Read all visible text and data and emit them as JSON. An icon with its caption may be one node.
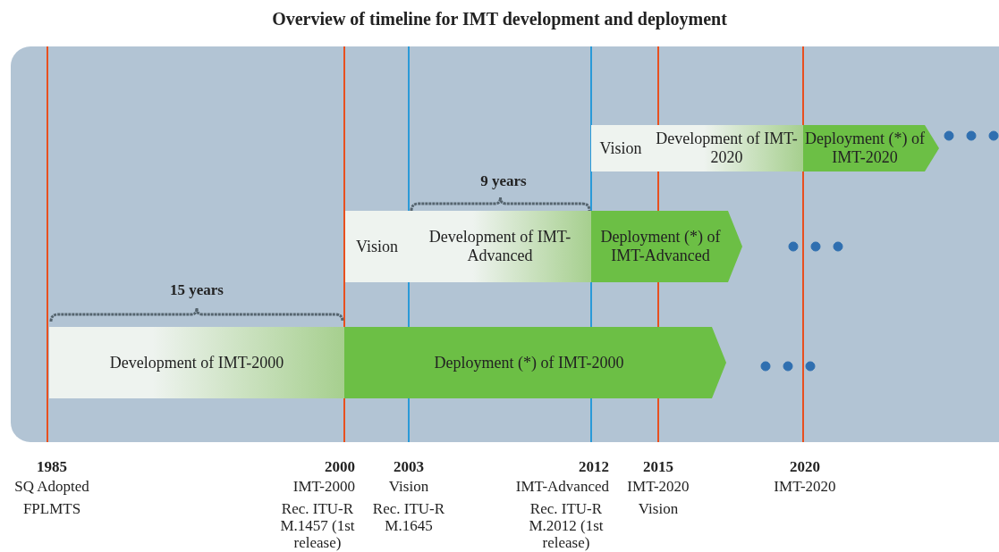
{
  "diagram": {
    "title": "Overview of timeline for IMT development and deployment",
    "nodes": [
      {
        "text": [
          "Vision"
        ]
      },
      {
        "text": [
          "Development of IMT-2020"
        ]
      },
      {
        "text": [
          "Deployment (*) of IMT-2020"
        ]
      },
      {
        "text": [
          "Vision"
        ]
      },
      {
        "text": [
          "Development of IMT-Advanced"
        ]
      },
      {
        "text": [
          "Deployment (*) of IMT-Advanced"
        ]
      },
      {
        "text": [
          "Development of IMT-2000"
        ]
      },
      {
        "text": [
          "Deployment (*) of IMT-2000"
        ]
      }
    ],
    "labels": [
      "9 years",
      "15 years",
      "1985",
      "SQ Adopted",
      "FPLMTS",
      "2000",
      "IMT-2000",
      "Rec. ITU-R M.1457 (1st release)",
      "2003",
      "Vision",
      "Rec. ITU-R M.1645",
      "2012",
      "IMT-Advanced",
      "Rec. ITU-R M.2012 (1st release)",
      "2015",
      "IMT-2020",
      "Vision",
      "2020",
      "IMT-2020"
    ]
  }
}
